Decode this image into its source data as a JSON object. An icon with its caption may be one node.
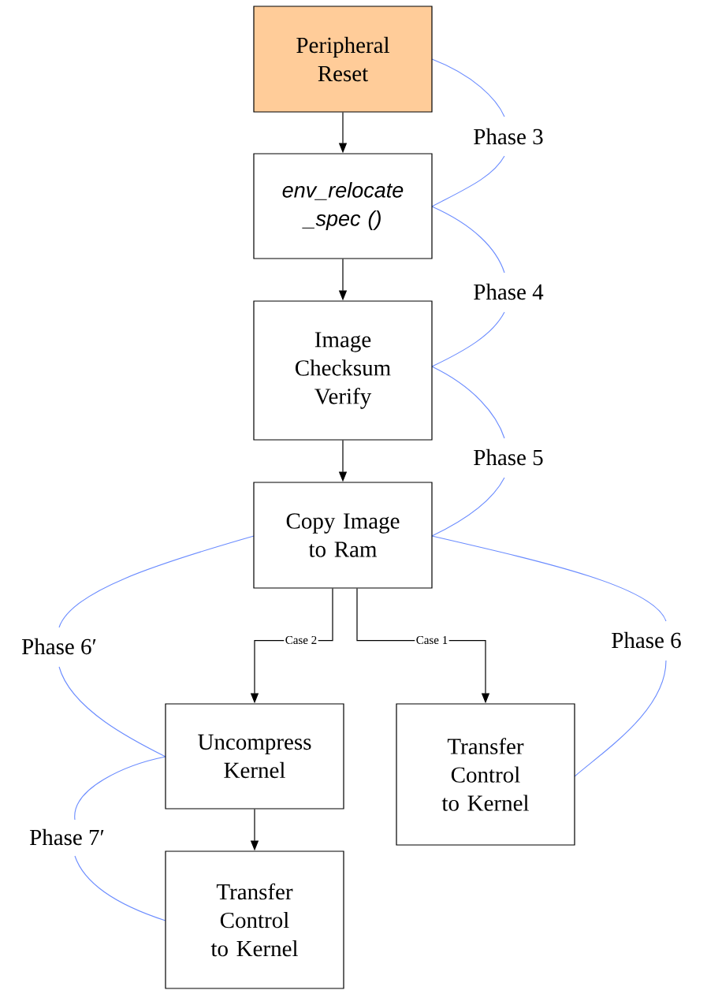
{
  "diagram": {
    "nodes": [
      {
        "text": [
          "Peripheral Reset"
        ]
      },
      {
        "text": [
          "env_relocate _spec ()"
        ]
      },
      {
        "text": [
          "Image Checksum Verify"
        ]
      },
      {
        "text": [
          "Copy Image to Ram"
        ]
      },
      {
        "text": [
          "Uncompress Kernel"
        ]
      },
      {
        "text": [
          "Transfer Control to Kernel"
        ]
      },
      {
        "text": [
          "Transfer Control to Kernel"
        ]
      }
    ],
    "edges": [
      {
        "from": 0,
        "to": 1,
        "arrow": "to"
      },
      {
        "from": 1,
        "to": 2,
        "arrow": "to"
      },
      {
        "from": 2,
        "to": 3,
        "arrow": "to"
      },
      {
        "from": 3,
        "to": 4,
        "arrow": "to",
        "label": "Case 2"
      },
      {
        "from": 3,
        "to": 5,
        "arrow": "to",
        "label": "Case 1"
      },
      {
        "from": 4,
        "to": 6,
        "arrow": "to"
      }
    ],
    "labels": [
      "Phase 3",
      "Phase 4",
      "Phase 5",
      "Phase 6′",
      "Phase 6",
      "Phase 7′"
    ]
  }
}
